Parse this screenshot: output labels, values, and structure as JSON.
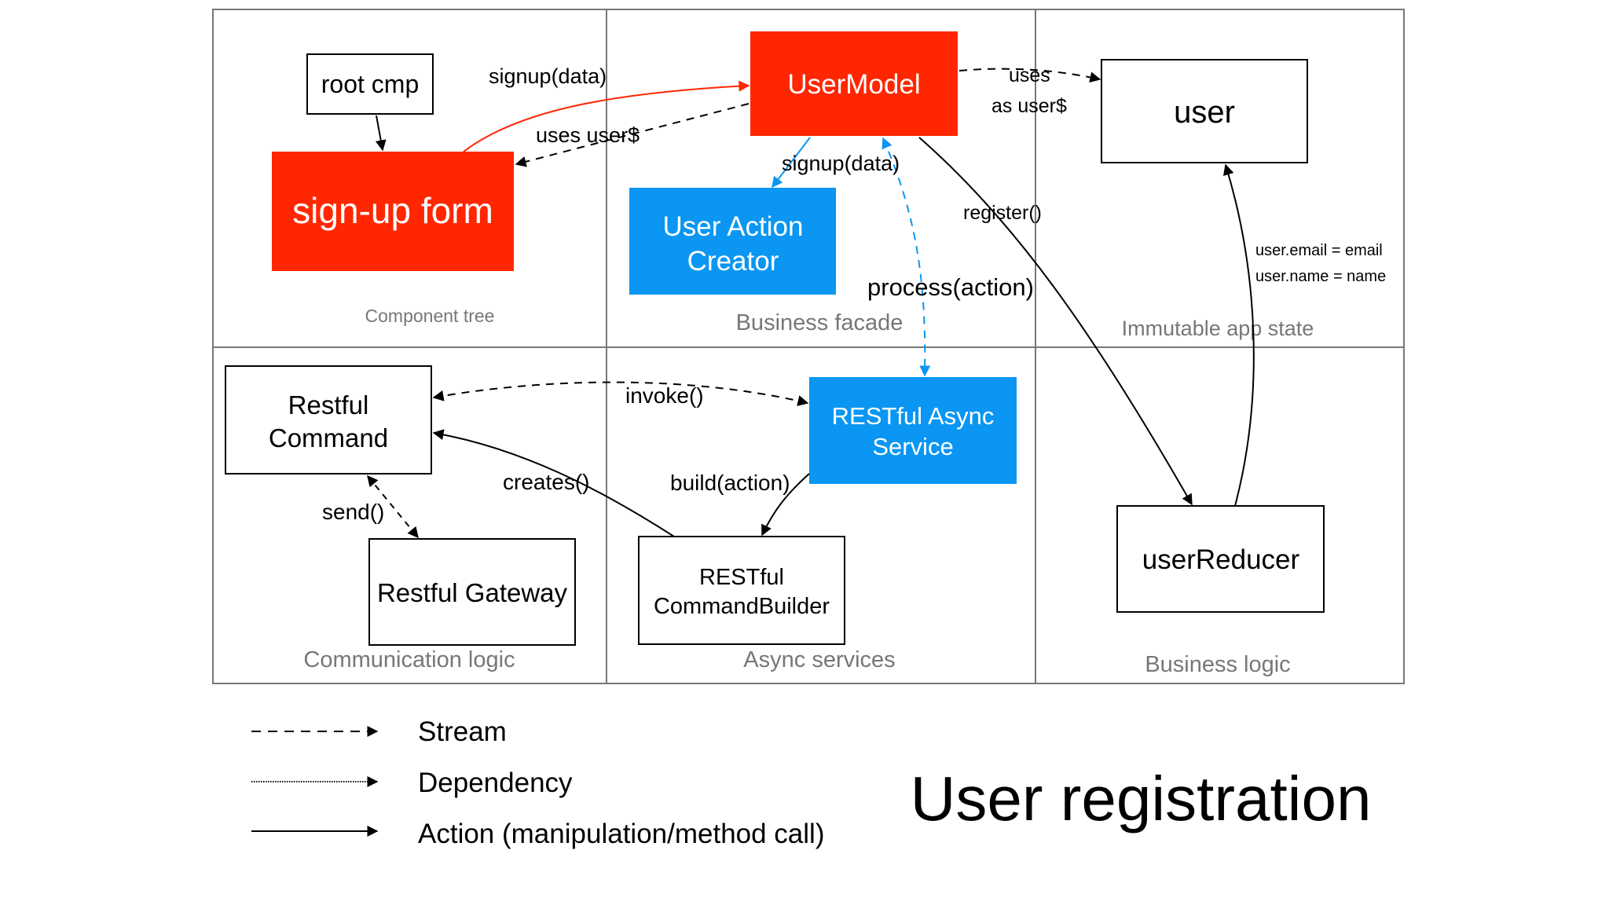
{
  "title": "User registration",
  "colors": {
    "red": "#ff2600",
    "blue": "#0a96f2",
    "black": "#000000",
    "grid": "#777777",
    "zone_label": "#777777"
  },
  "zones": {
    "component_tree": "Component tree",
    "business_facade": "Business facade",
    "immutable_app_state": "Immutable app state",
    "communication_logic": "Communication logic",
    "async_services": "Async services",
    "business_logic": "Business logic"
  },
  "nodes": {
    "root_cmp": "root cmp",
    "signup_form": "sign-up form",
    "user_model": "UserModel",
    "user_action_creator": [
      "User Action",
      "Creator"
    ],
    "user_state": "user",
    "restful_command": [
      "Restful",
      "Command"
    ],
    "restful_gateway": "Restful Gateway",
    "restful_async_service": [
      "RESTful Async",
      "Service"
    ],
    "restful_command_builder": [
      "RESTful",
      "CommandBuilder"
    ],
    "user_reducer": "userReducer"
  },
  "edge_labels": {
    "signup_data_top": "signup(data)",
    "uses_user": "uses user$",
    "signup_data_mid": "signup(data)",
    "uses": "uses",
    "as_user": "as user$",
    "register": "register()",
    "process_action": "process(action)",
    "user_email": "user.email = email",
    "user_name": "user.name = name",
    "invoke": "invoke()",
    "creates": "creates()",
    "build_action": "build(action)",
    "send": "send()"
  },
  "legend": {
    "stream": "Stream",
    "dependency": "Dependency",
    "action": "Action (manipulation/method call)"
  }
}
